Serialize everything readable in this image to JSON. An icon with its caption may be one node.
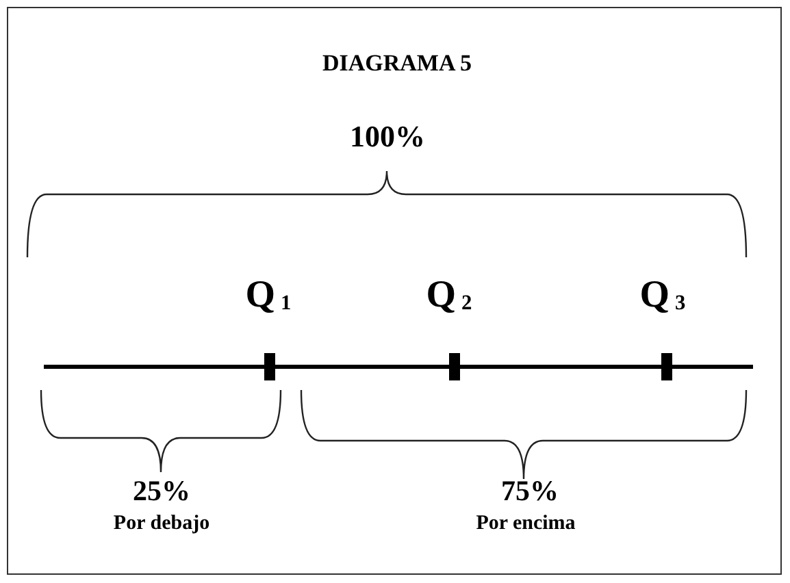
{
  "diagram": {
    "title": "DIAGRAMA 5",
    "labels": [
      "100%",
      "Q$_{1}$",
      "Q$_{2}$",
      "Q$_{3}$",
      "25%",
      "Por debajo",
      "75%",
      "Por encima"
    ]
  }
}
